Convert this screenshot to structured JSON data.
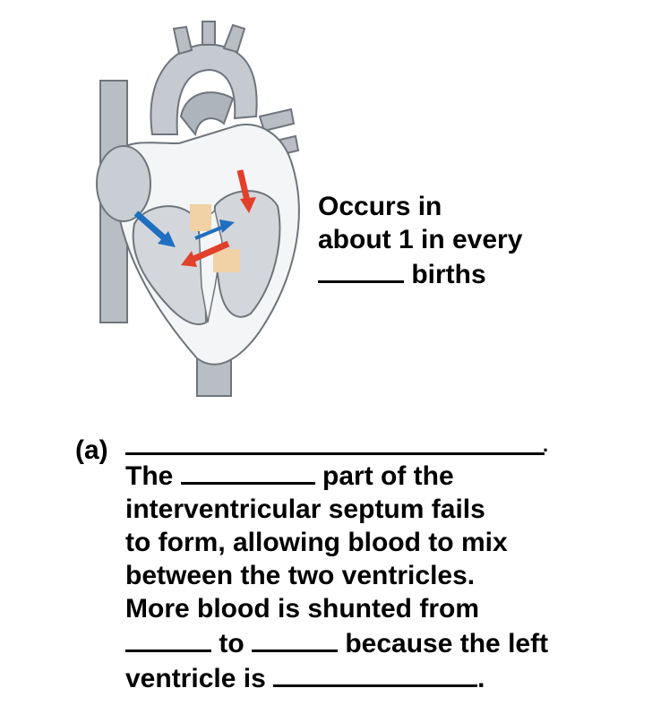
{
  "side_text": {
    "line1": "Occurs in",
    "line2": "about 1 in every",
    "line3_after_blank": " births"
  },
  "panel_label": "(a)",
  "title_end": ".",
  "description": {
    "l1_before": "The ",
    "l1_after": " part of the",
    "l2": "interventricular septum fails",
    "l3": "to form, allowing blood to mix",
    "l4": "between the two ventricles.",
    "l5": "More blood is shunted from",
    "l6_mid": " to ",
    "l6_after": " because the left",
    "l7_before": "ventricle is ",
    "l7_end": "."
  },
  "colors": {
    "vessel_gray": "#b9bec5",
    "vessel_dark": "#8f959c",
    "chamber_light": "#e8ebee",
    "arrow_blue": "#1f6fc0",
    "arrow_red": "#e0402c",
    "defect_tan": "#f0d2a6"
  }
}
